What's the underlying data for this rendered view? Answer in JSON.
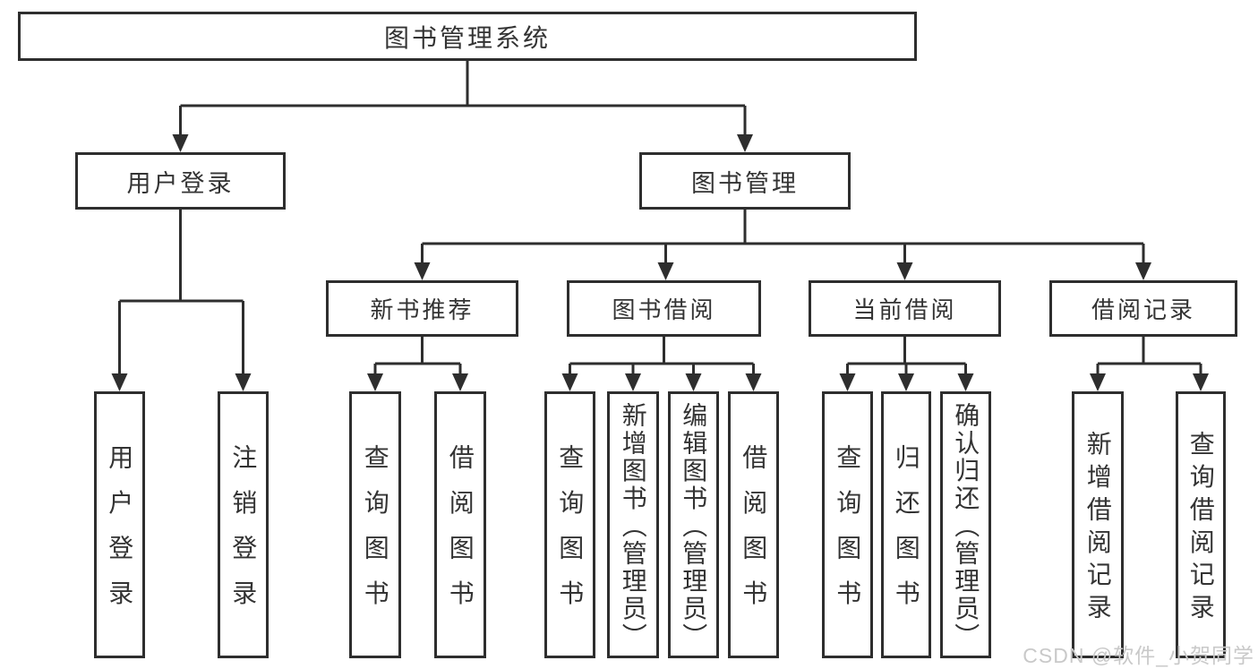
{
  "tree": {
    "root": {
      "label": "图书管理系统"
    },
    "branches": [
      {
        "label": "用户登录",
        "children": [
          {
            "label": "用户登录"
          },
          {
            "label": "注销登录"
          }
        ]
      },
      {
        "label": "图书管理",
        "groups": [
          {
            "label": "新书推荐",
            "children": [
              {
                "label": "查询图书"
              },
              {
                "label": "借阅图书"
              }
            ]
          },
          {
            "label": "图书借阅",
            "children": [
              {
                "label": "查询图书"
              },
              {
                "label": "新增图书（管理员）"
              },
              {
                "label": "编辑图书（管理员）"
              },
              {
                "label": "借阅图书"
              }
            ]
          },
          {
            "label": "当前借阅",
            "children": [
              {
                "label": "查询图书"
              },
              {
                "label": "归还图书"
              },
              {
                "label": "确认归还（管理员）"
              }
            ]
          },
          {
            "label": "借阅记录",
            "children": [
              {
                "label": "新增借阅记录"
              },
              {
                "label": "查询借阅记录"
              }
            ]
          }
        ]
      }
    ]
  },
  "watermark": {
    "text": "CSDN @软件_小贺同学"
  },
  "colors": {
    "line": "#2e2e2e",
    "text": "#333333",
    "box_background": "#ffffff",
    "background": "#ffffff",
    "watermark": "#c9c9c9"
  }
}
